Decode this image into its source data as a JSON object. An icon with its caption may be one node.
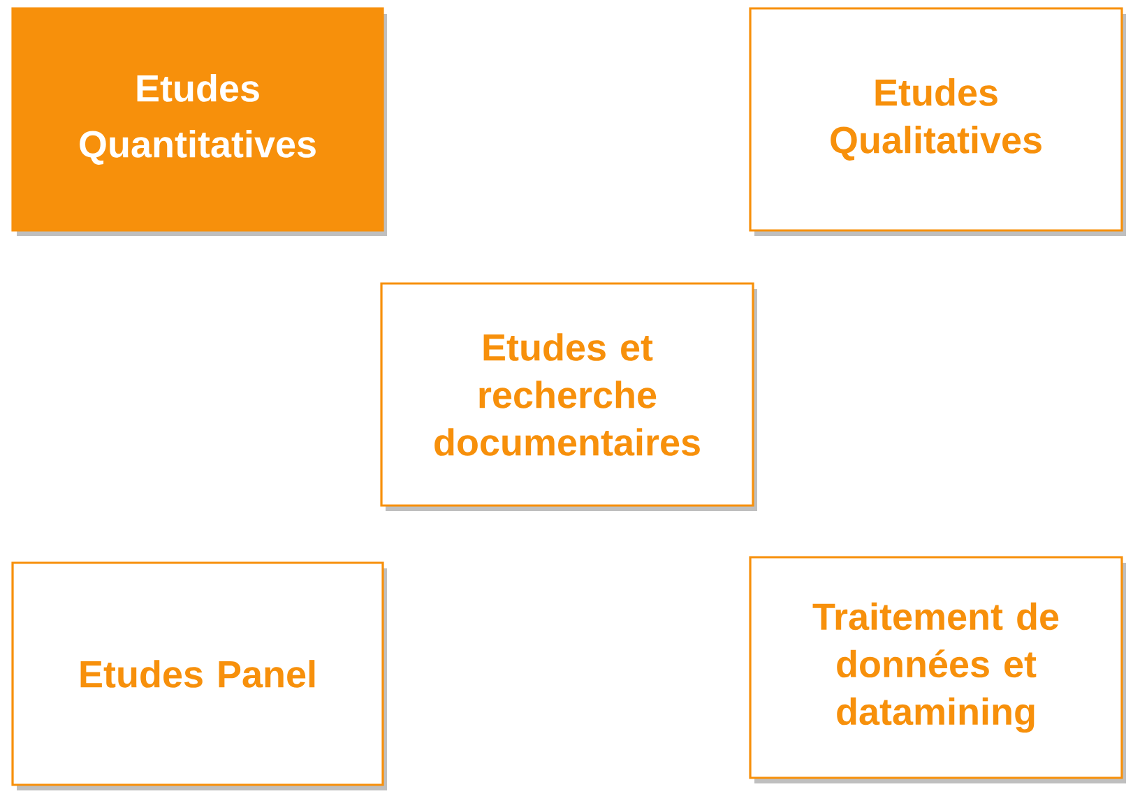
{
  "diagram": {
    "nodes": [
      {
        "text": [
          "Etudes Quantitatives"
        ]
      },
      {
        "text": [
          "Etudes Qualitatives"
        ]
      },
      {
        "text": [
          "Etudes et recherche documentaires"
        ]
      },
      {
        "text": [
          "Etudes Panel"
        ]
      },
      {
        "text": [
          "Traitement de données et datamining"
        ]
      }
    ]
  }
}
